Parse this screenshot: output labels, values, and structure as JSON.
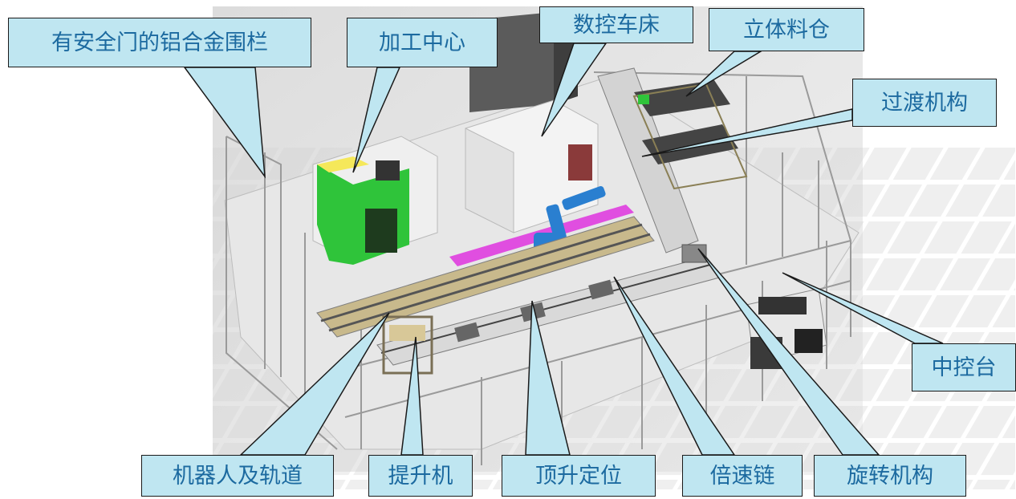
{
  "labels": {
    "fence": "有安全门的铝合金围栏",
    "machining_center": "加工中心",
    "cnc_lathe": "数控车床",
    "storage": "立体料仓",
    "transition": "过渡机构",
    "control_desk": "中控台",
    "robot_track": "机器人及轨道",
    "lifter": "提升机",
    "lift_positioning": "顶升定位",
    "speed_chain": "倍速链",
    "rotation": "旋转机构"
  },
  "colors": {
    "callout_fill": "#bfe6f1",
    "callout_text": "#1c6aa0",
    "callout_border": "#1a1a1a",
    "machine_green": "#2fc43a",
    "robot_blue": "#2a7fd0",
    "magenta_rail": "#e04ee0"
  }
}
